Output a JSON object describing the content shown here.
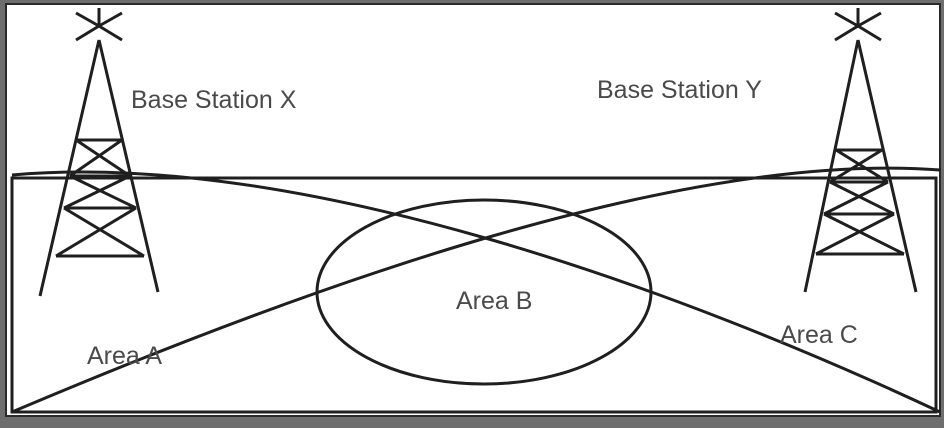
{
  "diagram": {
    "stations": [
      {
        "label": "Base Station X"
      },
      {
        "label": "Base Station Y"
      }
    ],
    "areas": [
      {
        "label": "Area A"
      },
      {
        "label": "Area B"
      },
      {
        "label": "Area C"
      }
    ],
    "colors": {
      "background": "#ffffff",
      "line": "#1f1f1f",
      "text": "#4a4a4a",
      "frame": "#6e6e6e"
    }
  }
}
